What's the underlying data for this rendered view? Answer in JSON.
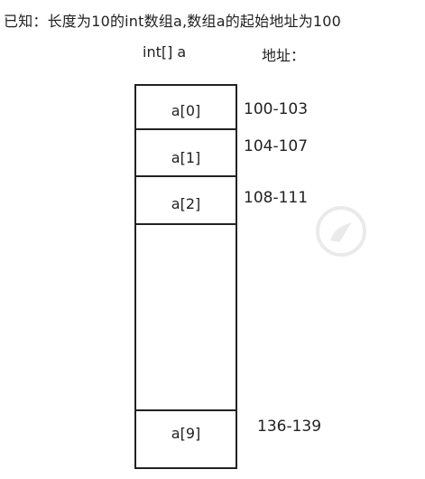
{
  "caption": "已知：长度为10的int数组a,数组a的起始地址为100",
  "header": {
    "type_label": "int[] a",
    "address_label": "地址："
  },
  "array": {
    "cells": [
      {
        "label": "a[0]",
        "address": "100-103"
      },
      {
        "label": "a[1]",
        "address": "104-107"
      },
      {
        "label": "a[2]",
        "address": "108-111"
      },
      {
        "label": "a[9]",
        "address": "136-139"
      }
    ]
  },
  "colors": {
    "line": "#222222",
    "text": "#222222",
    "background": "#ffffff"
  }
}
